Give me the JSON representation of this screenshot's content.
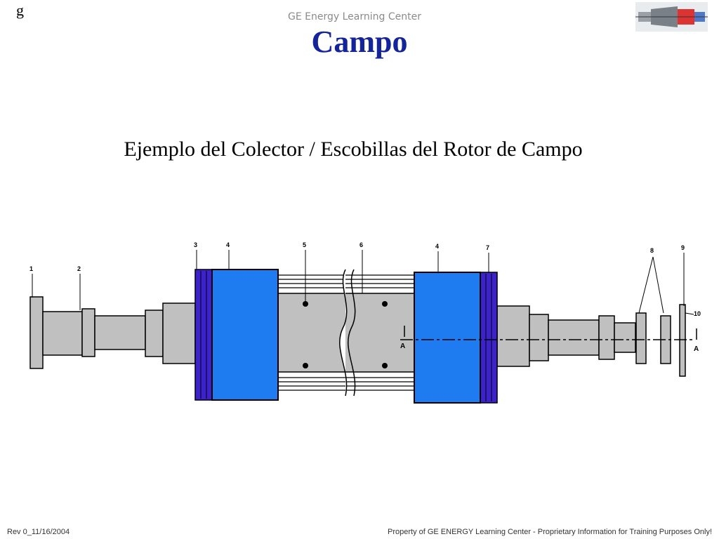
{
  "header": {
    "logo_letter": "g",
    "center_name": "GE Energy Learning Center",
    "title": "Campo"
  },
  "subtitle": "Ejemplo del Colector / Escobillas del Rotor de Campo",
  "diagram": {
    "callouts": [
      "1",
      "2",
      "3",
      "4",
      "5",
      "6",
      "4",
      "7",
      "8",
      "9",
      "10"
    ],
    "section_marks": [
      "A",
      "A"
    ],
    "colors": {
      "end_rings": "#1f7cf0",
      "collars": "#3b22cc",
      "body": "#c0c0c0",
      "outline": "#000000"
    }
  },
  "footer": {
    "left": "Rev 0_11/16/2004",
    "right": "Property of GE ENERGY Learning Center - Proprietary Information for Training Purposes Only!"
  }
}
